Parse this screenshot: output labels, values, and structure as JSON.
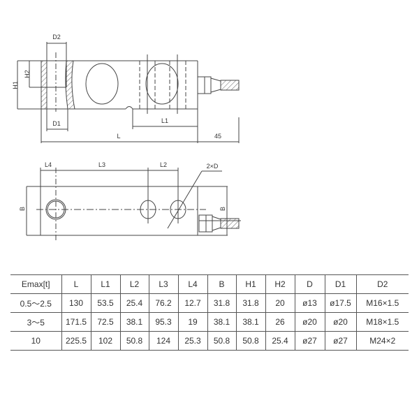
{
  "drawing": {
    "side_view": {
      "labels": {
        "D2": "D2",
        "H1": "H1",
        "H2": "H2",
        "D1": "D1",
        "L1": "L1",
        "L": "L",
        "cable_length": "45"
      }
    },
    "top_view": {
      "labels": {
        "L4": "L4",
        "L3": "L3",
        "L2": "L2",
        "holes": "2×D",
        "B_left": "B",
        "B_right": "B"
      }
    }
  },
  "table": {
    "headers": [
      "Emax[t]",
      "L",
      "L1",
      "L2",
      "L3",
      "L4",
      "B",
      "H1",
      "H2",
      "D",
      "D1",
      "D2"
    ],
    "rows": [
      [
        "0.5～2.5",
        "130",
        "53.5",
        "25.4",
        "76.2",
        "12.7",
        "31.8",
        "31.8",
        "20",
        "ø13",
        "ø17.5",
        "M16×1.5"
      ],
      [
        "3～5",
        "171.5",
        "72.5",
        "38.1",
        "95.3",
        "19",
        "38.1",
        "38.1",
        "26",
        "ø20",
        "ø20",
        "M18×1.5"
      ],
      [
        "10",
        "225.5",
        "102",
        "50.8",
        "124",
        "25.3",
        "50.8",
        "50.8",
        "25.4",
        "ø27",
        "ø27",
        "M24×2"
      ]
    ]
  }
}
